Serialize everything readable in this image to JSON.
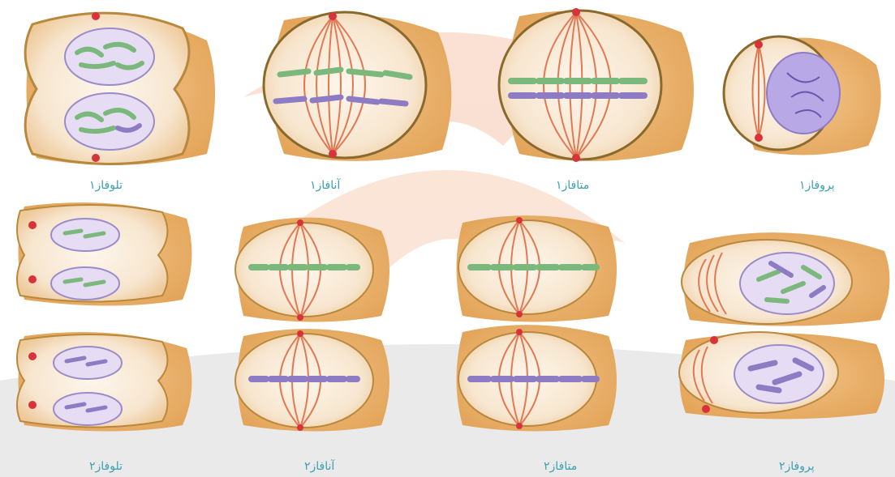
{
  "phases": {
    "row1": {
      "telophase1": "تلوفاز۱",
      "anaphase1": "آنافاز۱",
      "metaphase1": "متافاز۱",
      "prophase1": "پروفاز۱"
    },
    "row2": {
      "telophase2": "تلوفاز۲",
      "anaphase2": "آنافاز۲",
      "metaphase2": "متافاز۲",
      "prophase2": "پروفاز۲"
    }
  },
  "colors": {
    "cell_fill": "#f6e3c8",
    "cell_edge": "#c98a3a",
    "spindle": "#e07a55",
    "centrosome": "#d8323a",
    "nucleus": "#e6dcf4",
    "nucleus_edge": "#9a8cc8",
    "chromosome_green": "#7bb87c",
    "chromosome_purple": "#8d7cc4",
    "label": "#3a9fb0",
    "watermark": "#f3c2a8"
  }
}
